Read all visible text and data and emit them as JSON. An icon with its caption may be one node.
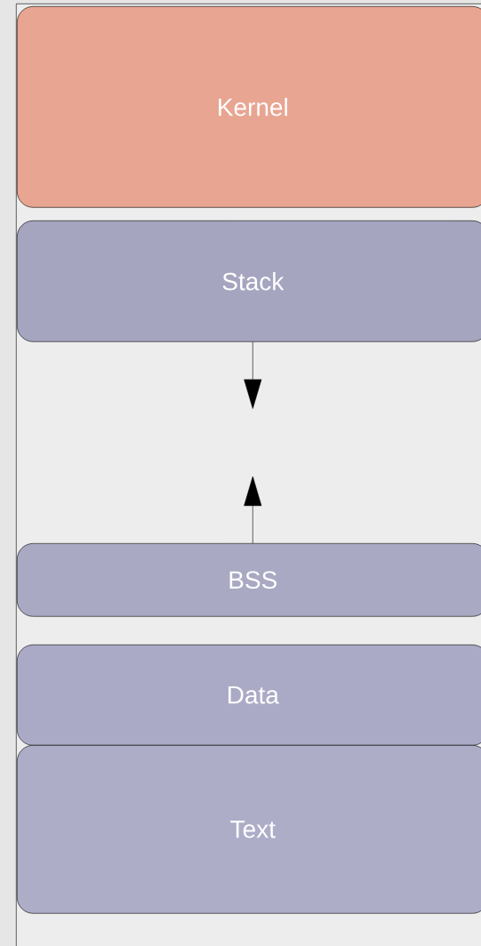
{
  "diagram": {
    "nodes": [
      {
        "text": [],
        "shape": "box"
      },
      {
        "text": [
          "Kernel"
        ],
        "in": 0
      },
      {
        "text": [
          "Stack"
        ],
        "in": 0
      },
      {
        "text": [
          "BSS"
        ],
        "in": 0
      },
      {
        "text": [
          "Data"
        ],
        "in": 0
      },
      {
        "text": [
          "Text"
        ],
        "in": 0
      }
    ],
    "edges": [
      {
        "from": 2,
        "to": null,
        "arrow": "to"
      },
      {
        "from": 3,
        "to": null,
        "arrow": "to"
      }
    ]
  }
}
